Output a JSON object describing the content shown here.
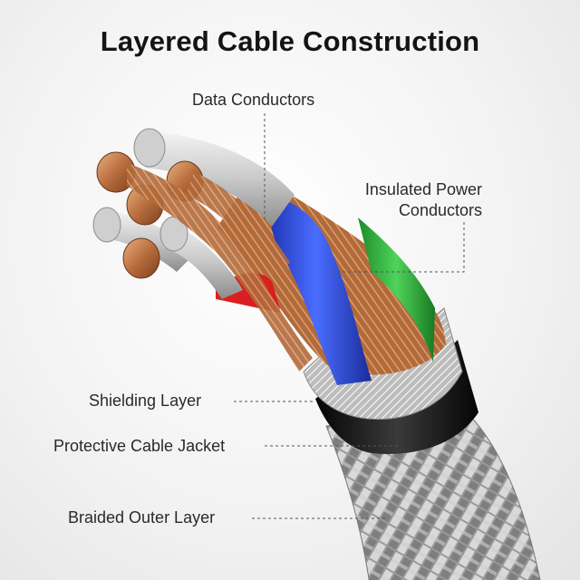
{
  "title": "Layered Cable Construction",
  "labels": {
    "data_conductors": "Data Conductors",
    "insulated_power_line1": "Insulated Power",
    "insulated_power_line2": "Conductors",
    "shielding_layer": "Shielding Layer",
    "protective_jacket": "Protective Cable Jacket",
    "braided_outer": "Braided Outer Layer"
  },
  "colors": {
    "copper": "#c07a4c",
    "wire_blue": "#2f4fd8",
    "wire_green": "#2fb03a",
    "wire_red": "#e02424",
    "jacket_black": "#151515",
    "braid_silver": "#b8b8b8",
    "leader_line": "#555555"
  }
}
